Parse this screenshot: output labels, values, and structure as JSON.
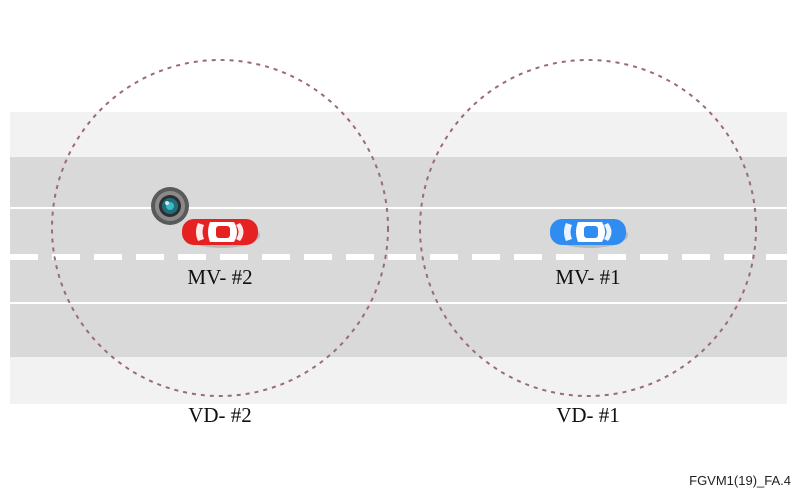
{
  "vehicles": {
    "mv2_label": "MV- #2",
    "mv1_label": "MV- #1",
    "mv2_color": "#e62121",
    "mv1_color": "#2f8cf0"
  },
  "zones": {
    "vd2_label": "VD- #2",
    "vd1_label": "VD- #1",
    "circle_color": "#9b6b73"
  },
  "road": {
    "shoulder_color": "#f2f2f2",
    "lane_color": "#d9d9d9",
    "marking_color": "#ffffff"
  },
  "camera": {
    "icon": "camera-lens-icon"
  },
  "figure_id": "FGVM1(19)_FA.4"
}
